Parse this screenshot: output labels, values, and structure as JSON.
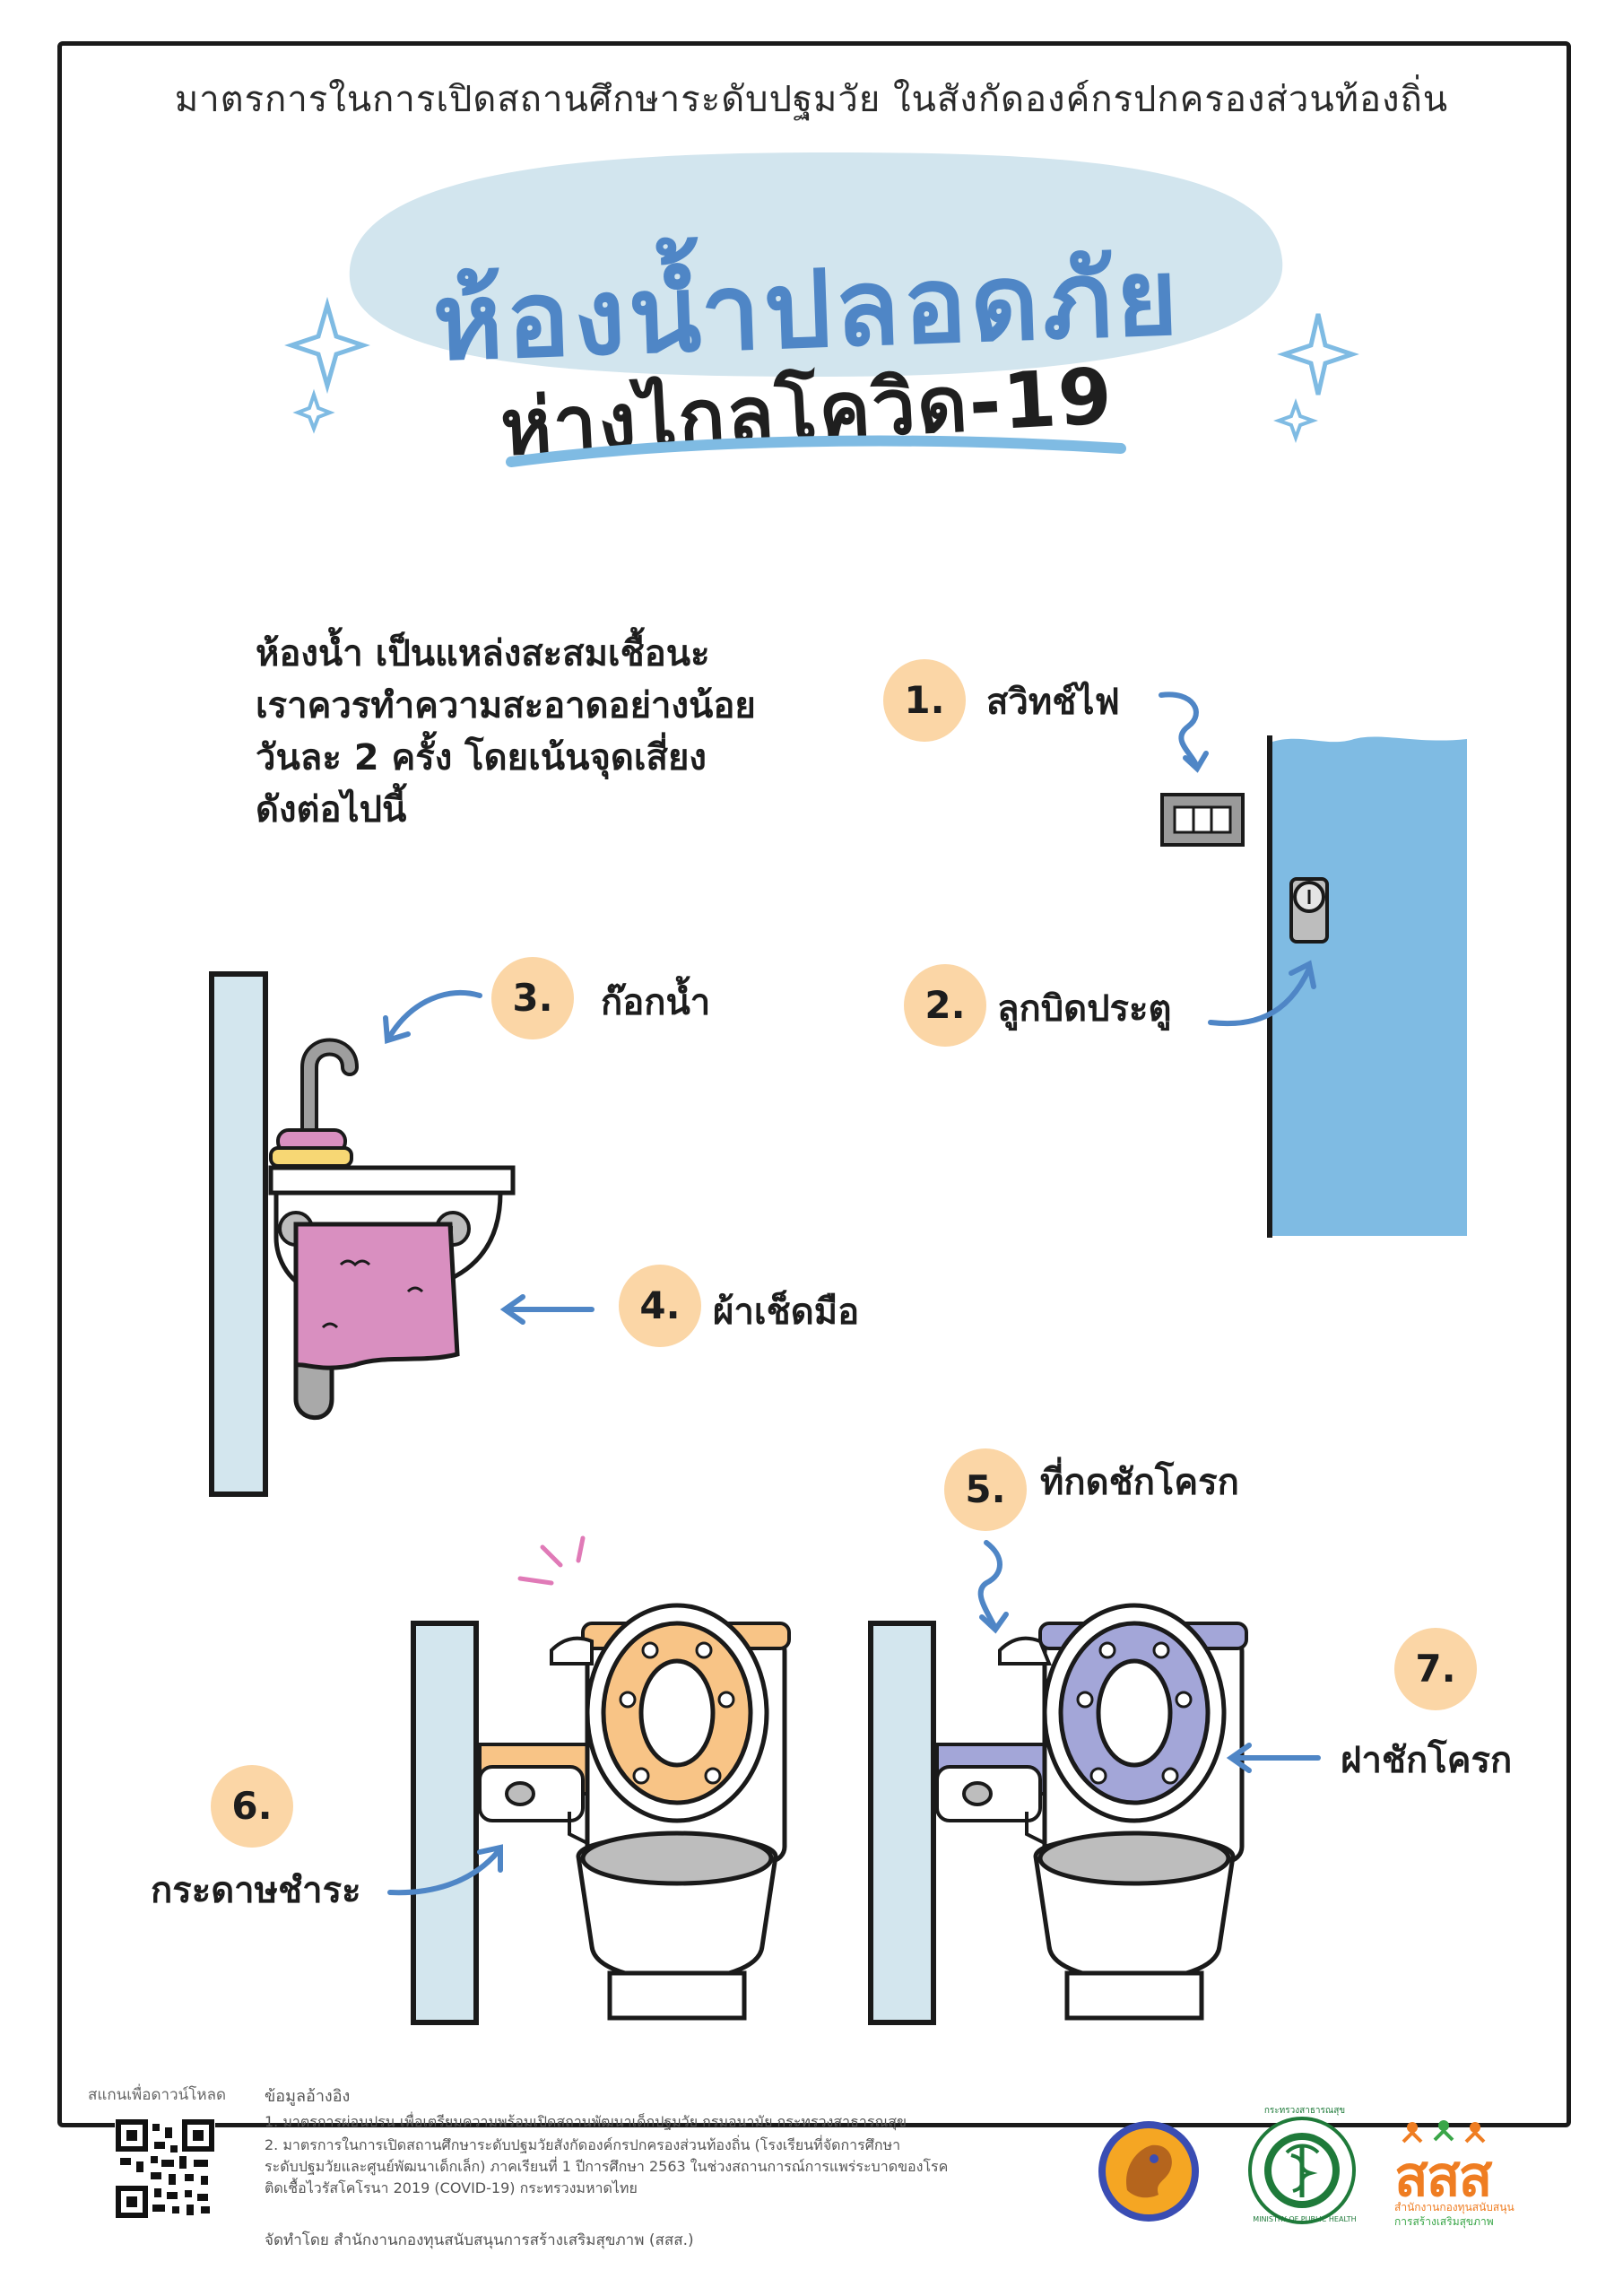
{
  "header": {
    "subtitle": "มาตรการในการเปิดสถานศึกษาระดับปฐมวัย ในสังกัดองค์กรปกครองส่วนท้องถิ่น",
    "title": "ห้องน้ำปลอดภัย",
    "title_sub": "ห่างไกลโควิด-19"
  },
  "intro": {
    "lines": [
      "ห้องน้ำ เป็นแหล่งสะสมเชื้อนะ",
      "เราควรทำความสะอาดอย่างน้อย",
      "วันละ 2 ครั้ง โดยเน้นจุดเสี่ยง",
      "ดังต่อไปนี้"
    ]
  },
  "points": [
    {
      "number": "1.",
      "label": "สวิทช์ไฟ"
    },
    {
      "number": "2.",
      "label": "ลูกบิดประตู"
    },
    {
      "number": "3.",
      "label": "ก๊อกน้ำ"
    },
    {
      "number": "4.",
      "label": "ผ้าเช็ดมือ"
    },
    {
      "number": "5.",
      "label": "ที่กดชักโครก"
    },
    {
      "number": "6.",
      "label": "กระดาษชำระ"
    },
    {
      "number": "7.",
      "label": "ฝาชักโครก"
    }
  ],
  "footer": {
    "qr_label": "สแกนเพื่อดาวน์โหลด",
    "ref_title": "ข้อมูลอ้างอิง",
    "refs": [
      "1. มาตรการผ่อนปรน เพื่อเตรียมความพร้อมเปิดสถานพัฒนาเด็กปฐมวัย กรมอนามัย กระทรวงสาธารณสุข",
      "2. มาตรการในการเปิดสถานศึกษาระดับปฐมวัยสังกัดองค์กรปกครองส่วนท้องถิ่น (โรงเรียนที่จัดการศึกษา",
      "ระดับปฐมวัยและศูนย์พัฒนาเด็กเล็ก) ภาคเรียนที่ 1 ปีการศึกษา 2563 ในช่วงสถานการณ์การแพร่ระบาดของโรค",
      "ติดเชื้อไวรัสโคโรนา 2019 (COVID-19) กระทรวงมหาดไทย"
    ],
    "credit": "จัดทำโดย สำนักงานกองทุนสนับสนุนการสร้างเสริมสุขภาพ (สสส.)",
    "logo_ministry_text": "MINISTRY OF PUBLIC HEALTH",
    "logo_ministry_thai": "กระทรวงสาธารณสุข",
    "logo_sss": "สสส",
    "logo_sss_caption_1": "สำนักงานกองทุนสนับสนุน",
    "logo_sss_caption_2": "การสร้างเสริมสุขภาพ"
  },
  "colors": {
    "accent_blue": "#4f86c6",
    "badge_orange": "#fbd6a6",
    "door_blue": "#7fbbe3",
    "wall_blue": "#d3e6ee",
    "towel_pink": "#d98fc0",
    "seat_orange": "#f8c486",
    "seat_purple": "#a3a6d8",
    "sss_orange": "#ef7d22"
  }
}
